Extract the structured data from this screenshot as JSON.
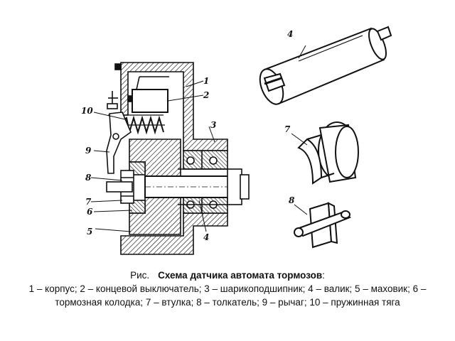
{
  "labels": {
    "l1": "1",
    "l2": "2",
    "l3": "3",
    "l4_section": "4",
    "l4_shaft": "4",
    "l5": "5",
    "l6": "6",
    "l7_section": "7",
    "l7_sleeve": "7",
    "l8_section": "8",
    "l8_pusher": "8",
    "l9": "9",
    "l10": "10"
  },
  "caption": {
    "prefix": "Рис.",
    "title": "Схема датчика автомата тормозов",
    "title_suffix": ":",
    "text": "1 – корпус; 2 – концевой выключатель; 3 – шарикоподшипник; 4 – валик; 5 – маховик; 6 – тормозная колодка; 7 – втулка; 8 – толкатель; 9 – рычаг; 10 – пружинная тяга"
  }
}
